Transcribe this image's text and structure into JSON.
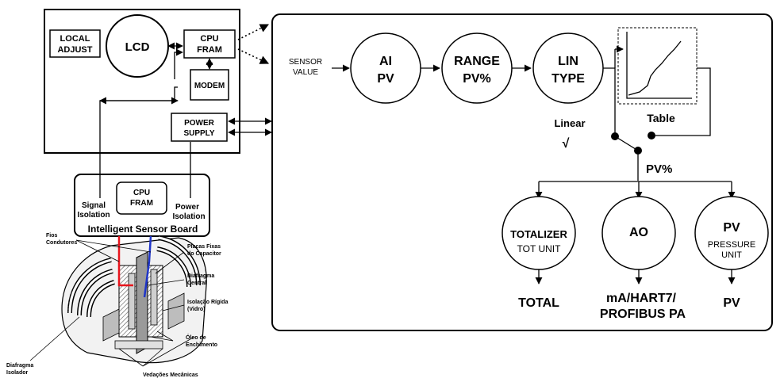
{
  "left_unit": {
    "local_adjust_line1": "LOCAL",
    "local_adjust_line2": "ADJUST",
    "lcd": "LCD",
    "cpu_line1": "CPU",
    "cpu_line2": "FRAM",
    "modem": "MODEM",
    "power_line1": "POWER",
    "power_line2": "SUPPLY"
  },
  "sensor_board": {
    "cpu_line1": "CPU",
    "cpu_line2": "FRAM",
    "signal_line1": "Signal",
    "signal_line2": "Isolation",
    "power_line1": "Power",
    "power_line2": "Isolation",
    "title": "Intelligent Sensor Board"
  },
  "sensor_cell": {
    "fios_line1": "Fios",
    "fios_line2": "Condutores",
    "placas_line1": "Placas Fixas",
    "placas_line2": "do Capacitor",
    "diafragma_central_line1": "Diafragma",
    "diafragma_central_line2": "Central",
    "isolacao_line1": "Isolação Rígida",
    "isolacao_line2": "(Vidro)",
    "oleo_line1": "Óleo de",
    "oleo_line2": "Enchimento",
    "diafragma_isolador_line1": "Diafragma",
    "diafragma_isolador_line2": "Isolador",
    "vedacoes": "Vedações Mecânicas",
    "wire_colors": {
      "left": "#e8141c",
      "right": "#1f35c9"
    }
  },
  "flow": {
    "sensor_value_line1": "SENSOR",
    "sensor_value_line2": "VALUE",
    "ai_line1": "AI",
    "ai_line2": "PV",
    "range_line1": "RANGE",
    "range_line2": "PV%",
    "lin_line1": "LIN",
    "lin_line2": "TYPE",
    "table_label": "Table",
    "linear_label": "Linear",
    "sqrt_symbol": "√",
    "pv_percent": "PV%",
    "totalizer_line1": "TOTALIZER",
    "totalizer_line2": "TOT UNIT",
    "ao": "AO",
    "pv_line1": "PV",
    "pv_line2": "PRESSURE",
    "pv_line3": "UNIT",
    "out_total": "TOTAL",
    "out_ao_line1": "mA/HART7/",
    "out_ao_line2": "PROFIBUS PA",
    "out_pv": "PV"
  }
}
